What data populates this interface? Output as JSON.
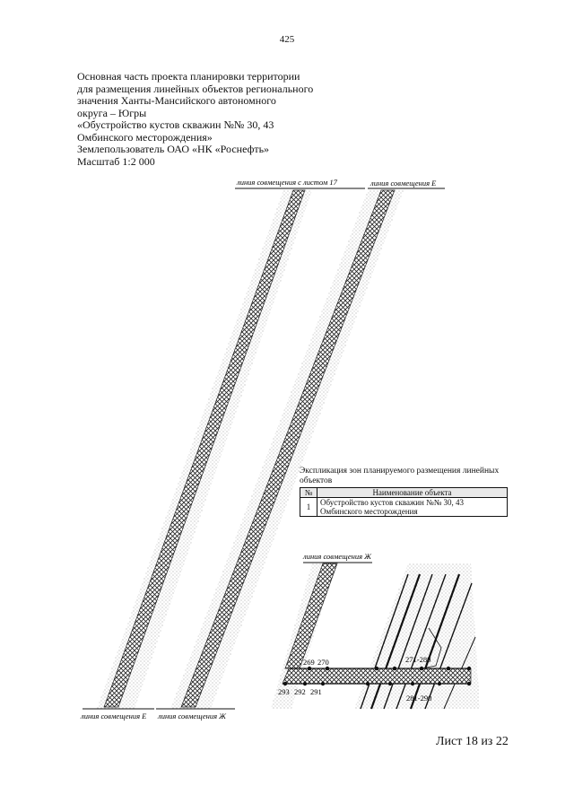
{
  "page_number": "425",
  "header": {
    "lines": [
      "Основная часть проекта планировки территории",
      "для размещения линейных объектов регионального",
      "значения Ханты-Мансийского автономного",
      "округа – Югры",
      "«Обустройство кустов скважин №№ 30, 43",
      "Омбинского месторождения»",
      "Землепользователь ОАО «НК «Роснефть»",
      "Масштаб 1:2 000"
    ]
  },
  "map": {
    "labels": {
      "top_left": "линия совмещения с листом 17",
      "top_right": "линия совмещения Е",
      "middle": "линия совмещения Ж",
      "bottom_left": "линия совмещения Е",
      "bottom_right": "линия совмещения Ж"
    },
    "points": {
      "p269": "269",
      "p270": "270",
      "p271_280": "271-280",
      "p281_290": "281-290",
      "p293": "293",
      "p292": "292",
      "p291": "291"
    },
    "colors": {
      "hatch": "#222222",
      "stipple": "#777777",
      "line": "#111111"
    }
  },
  "legend": {
    "title": "Экспликация зон планируемого размещения линейных объектов",
    "headers": [
      "№",
      "Наименование объекта"
    ],
    "rows": [
      {
        "num": "1",
        "name": "Обустройство кустов скважин №№ 30, 43 Омбинского месторождения"
      }
    ]
  },
  "sheet_label": "Лист 18 из 22"
}
